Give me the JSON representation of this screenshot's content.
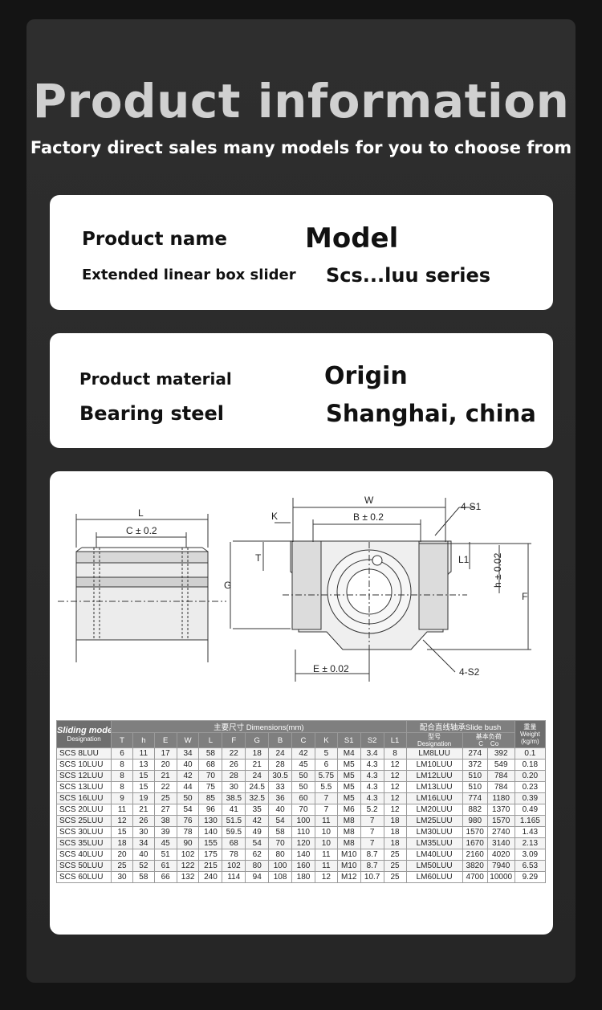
{
  "hero": {
    "title": "Product information",
    "subtitle": "Factory direct sales many models for you to choose from"
  },
  "card1": {
    "label_left": "Product name",
    "value_left": "Extended linear box slider",
    "label_right": "Model",
    "value_right": "Scs...luu series"
  },
  "card2": {
    "label_left": "Product material",
    "value_left": "Bearing steel",
    "label_right": "Origin",
    "value_right": "Shanghai, china"
  },
  "drawing": {
    "L": "L",
    "C": "C ± 0.2",
    "W": "W",
    "K": "K",
    "B": "B ± 0.2",
    "S1": "4-S1",
    "T": "T",
    "G": "G",
    "L1": "L1",
    "h": "h ± 0.02",
    "F": "F",
    "E": "E ± 0.02",
    "S2": "4-S2"
  },
  "table": {
    "model_head": "Sliding model",
    "designation_head": "Designation",
    "dimensions_head": "主要尺寸  Dimensions(mm)",
    "bush_head": "配合直线轴承Slide bush",
    "weight_head_cn": "重量",
    "weight_head": "Weight (kg/m)",
    "bush_model_cn": "型号",
    "bush_model": "Designation",
    "load_head": "基本负荷",
    "load_dyn": "C",
    "load_sta": "Co",
    "columns": [
      "T",
      "h",
      "E",
      "W",
      "L",
      "F",
      "G",
      "B",
      "C",
      "K",
      "S1",
      "S2",
      "L1"
    ],
    "rows": [
      [
        "SCS 8LUU",
        "6",
        "11",
        "17",
        "34",
        "58",
        "22",
        "18",
        "24",
        "42",
        "5",
        "M4",
        "3.4",
        "8",
        "LM8LUU",
        "274",
        "392",
        "0.1"
      ],
      [
        "SCS 10LUU",
        "8",
        "13",
        "20",
        "40",
        "68",
        "26",
        "21",
        "28",
        "45",
        "6",
        "M5",
        "4.3",
        "12",
        "LM10LUU",
        "372",
        "549",
        "0.18"
      ],
      [
        "SCS 12LUU",
        "8",
        "15",
        "21",
        "42",
        "70",
        "28",
        "24",
        "30.5",
        "50",
        "5.75",
        "M5",
        "4.3",
        "12",
        "LM12LUU",
        "510",
        "784",
        "0.20"
      ],
      [
        "SCS 13LUU",
        "8",
        "15",
        "22",
        "44",
        "75",
        "30",
        "24.5",
        "33",
        "50",
        "5.5",
        "M5",
        "4.3",
        "12",
        "LM13LUU",
        "510",
        "784",
        "0.23"
      ],
      [
        "SCS 16LUU",
        "9",
        "19",
        "25",
        "50",
        "85",
        "38.5",
        "32.5",
        "36",
        "60",
        "7",
        "M5",
        "4.3",
        "12",
        "LM16LUU",
        "774",
        "1180",
        "0.39"
      ],
      [
        "SCS 20LUU",
        "11",
        "21",
        "27",
        "54",
        "96",
        "41",
        "35",
        "40",
        "70",
        "7",
        "M6",
        "5.2",
        "12",
        "LM20LUU",
        "882",
        "1370",
        "0.49"
      ],
      [
        "SCS 25LUU",
        "12",
        "26",
        "38",
        "76",
        "130",
        "51.5",
        "42",
        "54",
        "100",
        "11",
        "M8",
        "7",
        "18",
        "LM25LUU",
        "980",
        "1570",
        "1.165"
      ],
      [
        "SCS 30LUU",
        "15",
        "30",
        "39",
        "78",
        "140",
        "59.5",
        "49",
        "58",
        "110",
        "10",
        "M8",
        "7",
        "18",
        "LM30LUU",
        "1570",
        "2740",
        "1.43"
      ],
      [
        "SCS 35LUU",
        "18",
        "34",
        "45",
        "90",
        "155",
        "68",
        "54",
        "70",
        "120",
        "10",
        "M8",
        "7",
        "18",
        "LM35LUU",
        "1670",
        "3140",
        "2.13"
      ],
      [
        "SCS 40LUU",
        "20",
        "40",
        "51",
        "102",
        "175",
        "78",
        "62",
        "80",
        "140",
        "11",
        "M10",
        "8.7",
        "25",
        "LM40LUU",
        "2160",
        "4020",
        "3.09"
      ],
      [
        "SCS 50LUU",
        "25",
        "52",
        "61",
        "122",
        "215",
        "102",
        "80",
        "100",
        "160",
        "11",
        "M10",
        "8.7",
        "25",
        "LM50LUU",
        "3820",
        "7940",
        "6.53"
      ],
      [
        "SCS 60LUU",
        "30",
        "58",
        "66",
        "132",
        "240",
        "114",
        "94",
        "108",
        "180",
        "12",
        "M12",
        "10.7",
        "25",
        "LM60LUU",
        "4700",
        "10000",
        "9.29"
      ]
    ]
  }
}
